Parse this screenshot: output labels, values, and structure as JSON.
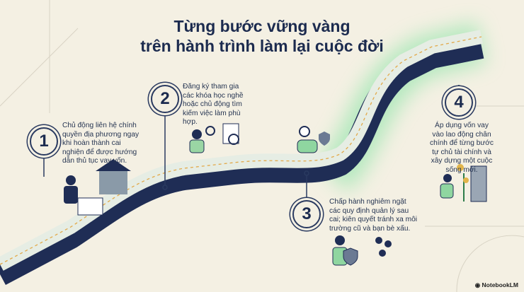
{
  "title": {
    "line1": "Từng bước vững vàng",
    "line2": "trên hành trình làm lại cuộc đời"
  },
  "steps": [
    {
      "number": "1",
      "text": "Chủ động liên hệ chính quyền địa phương ngay khi hoàn thành cai nghiện để được hướng dẫn thủ tục vay vốn.",
      "icon": "handshake-bank-icon"
    },
    {
      "number": "2",
      "text": "Đăng ký tham gia các khóa học nghề hoặc chủ động tìm kiếm việc làm phù hợp.",
      "icon": "worker-tools-search-icon"
    },
    {
      "number": "3",
      "text": "Chấp hành nghiêm ngặt các quy định quản lý sau cai; kiên quyết tránh xa môi trường cũ và bạn bè xấu.",
      "icon": "shield-avoid-group-icon"
    },
    {
      "number": "4",
      "text": "Áp dụng vốn vay vào lao động chân chính để từng bước tự chủ tài chính và xây dựng một cuộc sống mới.",
      "icon": "money-plant-building-icon"
    }
  ],
  "logo": "NotebookLM",
  "colors": {
    "background": "#f4f0e3",
    "navy": "#1f2d55",
    "road_top": "#e6ede4",
    "glow": "#7fe3a0",
    "dash": "#e2a94a"
  }
}
